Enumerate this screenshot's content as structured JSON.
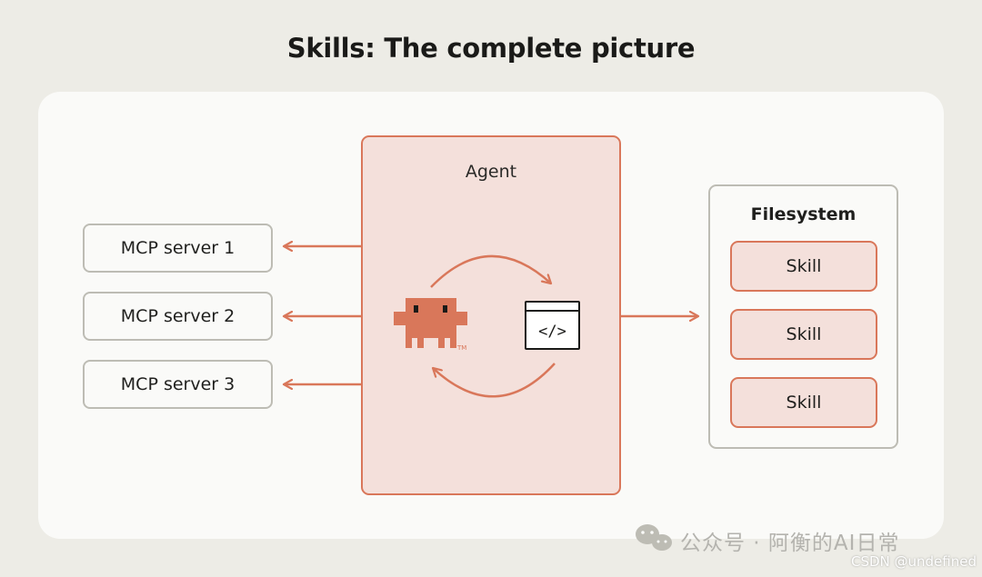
{
  "title": "Skills: The complete picture",
  "agent": {
    "label": "Agent",
    "trademark": "TM",
    "code_symbol": "</>"
  },
  "mcp_servers": [
    "MCP server 1",
    "MCP server 2",
    "MCP server 3"
  ],
  "filesystem": {
    "label": "Filesystem",
    "skills": [
      "Skill",
      "Skill",
      "Skill"
    ]
  },
  "watermark": {
    "line1": "公众号 · 阿衡的AI日常",
    "line2": "CSDN @undefined",
    "icon": "wechat-icon"
  },
  "colors": {
    "accent": "#D9775A",
    "accent_fill": "#F4E0DB",
    "neutral_border": "#BDBCB4",
    "panel_bg": "#FAFAF8",
    "page_bg": "#EDECE6"
  }
}
